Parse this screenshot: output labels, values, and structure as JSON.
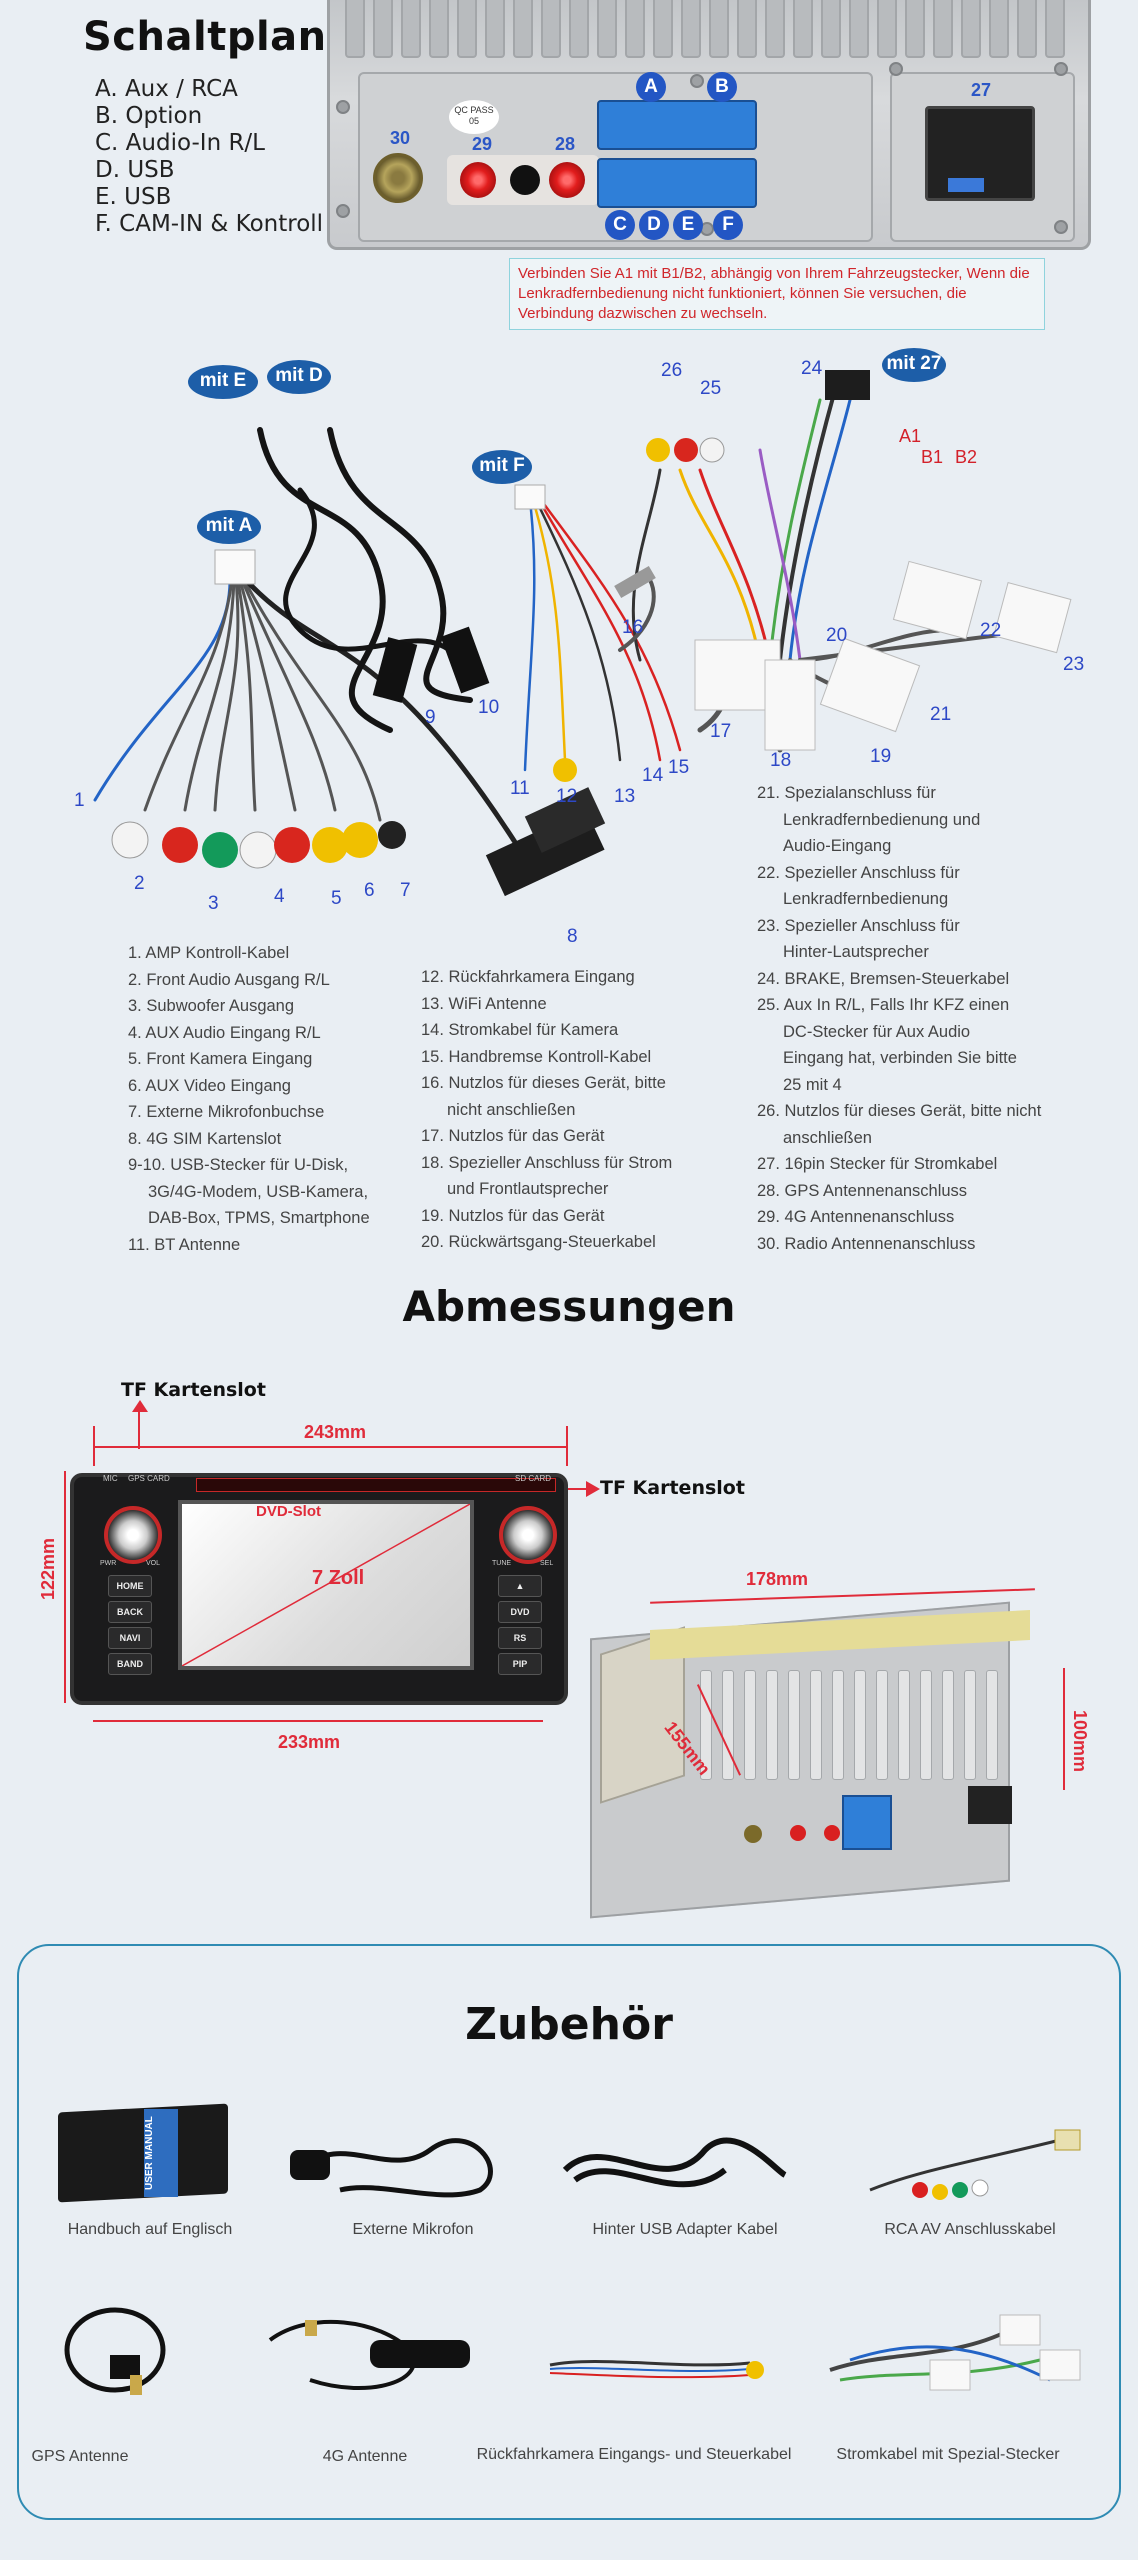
{
  "schaltplan": {
    "title": "Schaltplan",
    "legend": [
      "A. Aux / RCA",
      "B. Option",
      "C. Audio-In R/L",
      "D. USB",
      "E. USB",
      "F. CAM-IN & Kontroll"
    ],
    "panel_labels": {
      "p30": "30",
      "p29": "29",
      "p28": "28",
      "p27": "27",
      "A": "A",
      "B": "B",
      "C": "C",
      "D": "D",
      "E": "E",
      "F": "F",
      "qc": "QC PASS 05"
    },
    "note": "Verbinden Sie A1 mit B1/B2, abhängig von Ihrem Fahrzeugstecker, Wenn die Lenkradfernbedienung nicht funktioniert, können Sie versuchen, die Verbindung dazwischen zu wechseln."
  },
  "wiring": {
    "badges": {
      "mitE": "mit E",
      "mitD": "mit D",
      "mitA": "mit A",
      "mitF": "mit F",
      "mit27": "mit 27"
    },
    "red_labels": {
      "a1": "A1",
      "b1": "B1",
      "b2": "B2"
    },
    "numbers": [
      "1",
      "2",
      "3",
      "4",
      "5",
      "6",
      "7",
      "8",
      "9",
      "10",
      "11",
      "12",
      "13",
      "14",
      "15",
      "16",
      "17",
      "18",
      "19",
      "20",
      "21",
      "22",
      "23",
      "24",
      "25",
      "26"
    ]
  },
  "list_col1": [
    "1. AMP Kontroll-Kabel",
    "2. Front Audio Ausgang R/L",
    "3. Subwoofer Ausgang",
    "4. AUX Audio Eingang R/L",
    "5. Front Kamera Eingang",
    "6. AUX Video Eingang",
    "7. Externe Mikrofonbuchse",
    "8. 4G SIM Kartenslot",
    "9-10. USB-Stecker für U-Disk,",
    "3G/4G-Modem, USB-Kamera,",
    "DAB-Box, TPMS, Smartphone",
    "11. BT Antenne"
  ],
  "list_col2": [
    "12. Rückfahrkamera Eingang",
    "13. WiFi Antenne",
    "14. Stromkabel für Kamera",
    "15. Handbremse Kontroll-Kabel",
    "16. Nutzlos für dieses Gerät, bitte",
    "nicht anschließen",
    "17. Nutzlos für das Gerät",
    "18. Spezieller Anschluss für Strom",
    "und Frontlautsprecher",
    "19. Nutzlos für das Gerät",
    "20. Rückwärtsgang-Steuerkabel"
  ],
  "list_col3": [
    "21. Spezialanschluss für",
    "Lenkradfernbedienung und",
    "Audio-Eingang",
    "22. Spezieller Anschluss für",
    "Lenkradfernbedienung",
    "23. Spezieller Anschluss für",
    "Hinter-Lautsprecher",
    "24. BRAKE, Bremsen-Steuerkabel",
    "25. Aux In R/L, Falls Ihr KFZ einen",
    "DC-Stecker für Aux Audio",
    "Eingang hat, verbinden Sie bitte",
    "25 mit 4",
    "26. Nutzlos für dieses Gerät, bitte nicht",
    "anschließen",
    "27. 16pin Stecker für Stromkabel",
    "28. GPS Antennenanschluss",
    "29. 4G Antennenanschluss",
    "30. Radio Antennenanschluss"
  ],
  "abmessungen": {
    "title": "Abmessungen",
    "tf_top": "TF Kartenslot",
    "tf_right": "TF Kartenslot",
    "w_top": "243mm",
    "w_bottom": "233mm",
    "h_left": "122mm",
    "dvd": "DVD-Slot",
    "screen_size": "7 Zoll",
    "depth_top": "178mm",
    "depth_side": "155mm",
    "h_right": "100mm",
    "buttons": [
      "HOME",
      "BACK",
      "NAVI",
      "BAND"
    ],
    "buttons_right": [
      "DVD",
      "RS",
      "PIP"
    ],
    "unit_small_labels": {
      "mic": "MIC",
      "gps": "GPS CARD",
      "pwr": "PWR",
      "vol": "VOL",
      "tune": "TUNE",
      "sel": "SEL",
      "sd": "SD CARD"
    }
  },
  "zubehoer": {
    "title": "Zubehör",
    "items": [
      "Handbuch auf Englisch",
      "Externe Mikrofon",
      "Hinter USB Adapter Kabel",
      "RCA AV Anschlusskabel",
      "GPS Antenne",
      "4G Antenne",
      "Rückfahrkamera Eingangs- und Steuerkabel",
      "Stromkabel mit Spezial-Stecker"
    ],
    "manual_text": "USER MANUAL"
  }
}
